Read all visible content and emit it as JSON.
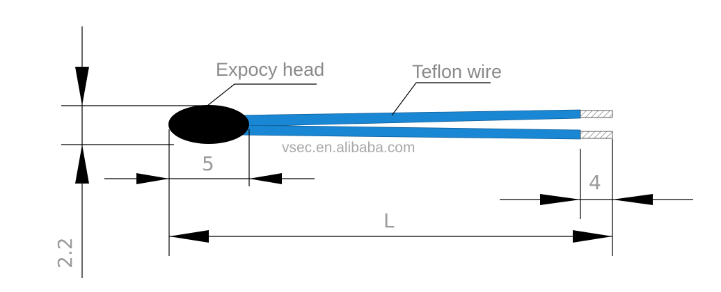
{
  "labels": {
    "head": "Expocy head",
    "wire": "Teflon wire",
    "watermark": "vsec.en.alibaba.com"
  },
  "dimensions": {
    "head_length": "5",
    "head_diameter": "2.2",
    "strip_length": "4",
    "total_length": "L"
  },
  "colors": {
    "wire": "#1a87d4",
    "head": "#000000",
    "leader": "#000000"
  }
}
